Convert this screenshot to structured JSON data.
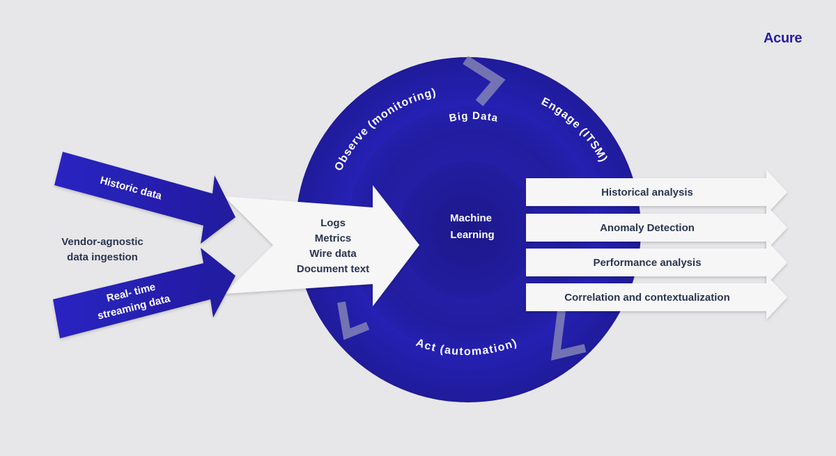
{
  "brand": {
    "name": "Acure"
  },
  "colors": {
    "background": "#e7e7e9",
    "brand": "#2620a8",
    "cycle_dark": "#1d1a8a",
    "cycle_mid": "#2a25c8",
    "arrow_light": "#f6f6f7",
    "text_dark": "#2a3550"
  },
  "inputs": {
    "historic_label": "Historic data",
    "realtime_label_line1": "Real- time",
    "realtime_label_line2": "streaming data",
    "ingestion_line1": "Vendor-agnostic",
    "ingestion_line2": "data ingestion"
  },
  "data_types": [
    "Logs",
    "Metrics",
    "Wire data",
    "Document text"
  ],
  "cycle": {
    "observe": "Observe (monitoring)",
    "engage": "Engage (ITSM)",
    "act": "Act (automation)",
    "big_data": "Big Data",
    "ml_line1": "Machine",
    "ml_line2": "Learning"
  },
  "outputs": [
    "Historical analysis",
    "Anomaly Detection",
    "Performance analysis",
    "Correlation and contextualization"
  ]
}
